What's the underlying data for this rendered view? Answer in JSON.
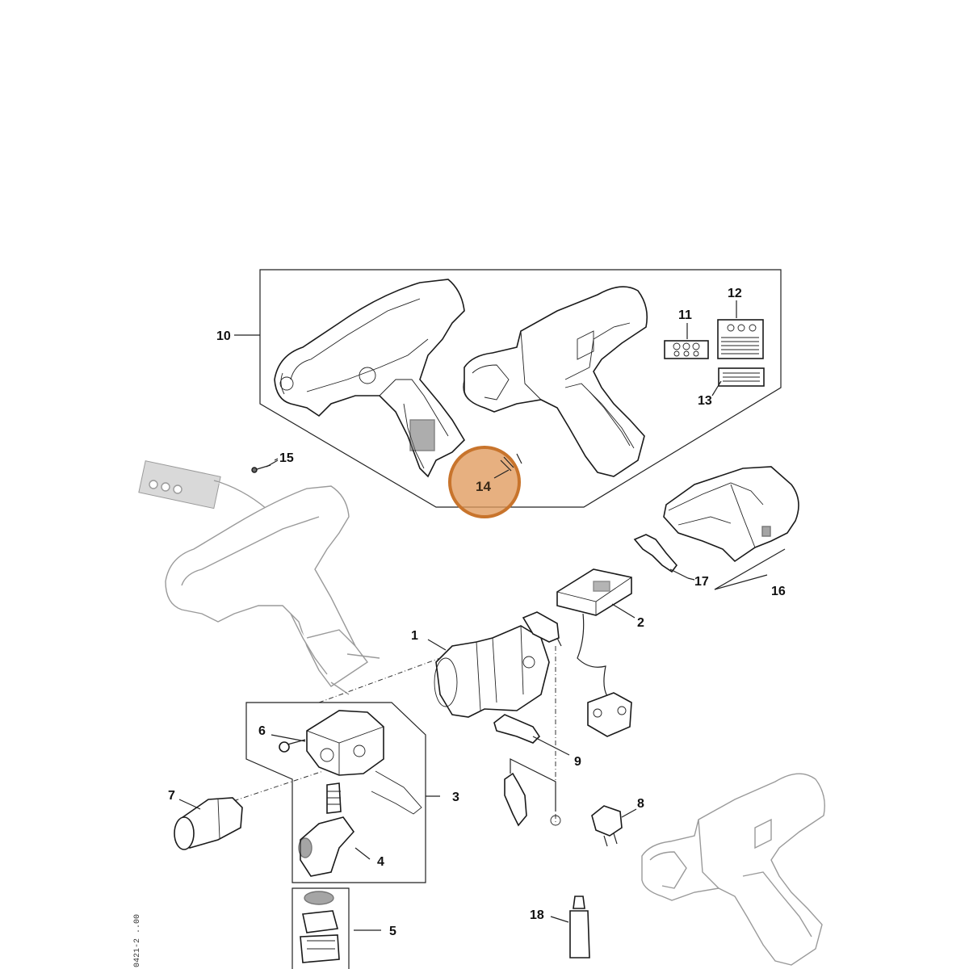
{
  "labels": {
    "p1": "1",
    "p2": "2",
    "p3": "3",
    "p4": "4",
    "p5": "5",
    "p6": "6",
    "p7": "7",
    "p8": "8",
    "p9": "9",
    "p10": "10",
    "p11": "11",
    "p12": "12",
    "p13": "13",
    "p14": "14",
    "p15": "15",
    "p16": "16",
    "p17": "17",
    "p18": "18"
  },
  "highlight": {
    "part": "14",
    "color": "#e09a5c",
    "stroke": "#c8742c"
  },
  "margin_code": "0421-2 ..00"
}
